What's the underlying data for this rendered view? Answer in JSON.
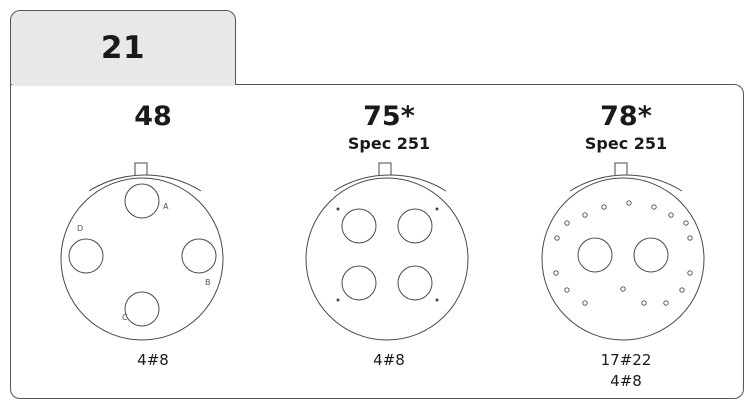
{
  "tab": {
    "label": "21"
  },
  "connectors": [
    {
      "code": "48",
      "spec": "",
      "contacts": [
        "4#8"
      ],
      "pin_letters": [
        "A",
        "B",
        "C",
        "D"
      ]
    },
    {
      "code": "75*",
      "spec": "Spec 251",
      "contacts": [
        "4#8"
      ],
      "pin_letters": []
    },
    {
      "code": "78*",
      "spec": "Spec 251",
      "contacts": [
        "17#22",
        "4#8"
      ],
      "pin_letters": []
    }
  ],
  "colors": {
    "line": "#4a4a4a",
    "tab_fill": "#e8e8e8",
    "text": "#1a1a1a"
  }
}
